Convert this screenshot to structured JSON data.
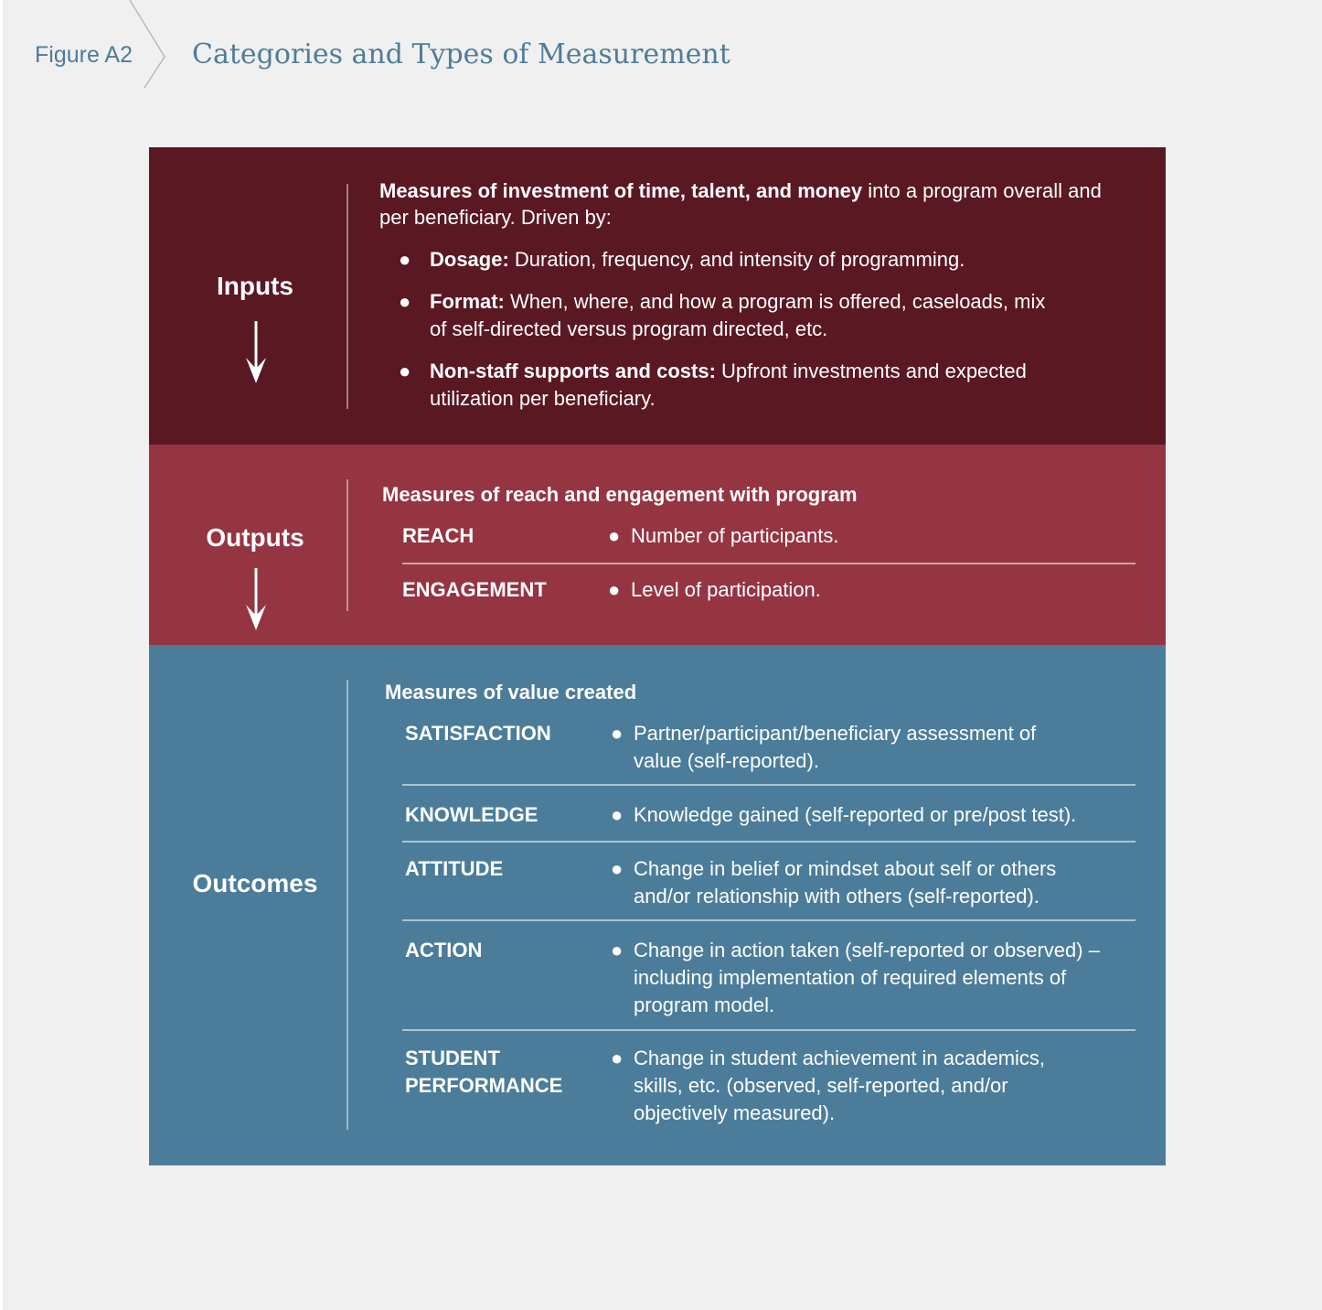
{
  "header": {
    "figure_label": "Figure A2",
    "title": "Categories and Types of Measurement"
  },
  "inputs": {
    "label": "Inputs",
    "heading_bold": "Measures of investment of time, talent, and money",
    "heading_rest": " into a program overall and per beneficiary. Driven by:",
    "bullets": [
      {
        "term": "Dosage:",
        "text": " Duration, frequency, and intensity of programming."
      },
      {
        "term": "Format:",
        "text": " When, where, and how a program is offered, caseloads, mix of self-directed versus program directed, etc."
      },
      {
        "term": "Non-staff supports and costs:",
        "text": " Upfront investments and expected utilization per beneficiary."
      }
    ]
  },
  "outputs": {
    "label": "Outputs",
    "heading": "Measures of reach and engagement with program",
    "rows": [
      {
        "label": "REACH",
        "text": "Number of participants."
      },
      {
        "label": "ENGAGEMENT",
        "text": "Level of participation."
      }
    ]
  },
  "outcomes": {
    "label": "Outcomes",
    "heading": "Measures of value created",
    "rows": [
      {
        "label": "SATISFACTION",
        "text": "Partner/participant/beneficiary assessment of value (self-reported)."
      },
      {
        "label": "KNOWLEDGE",
        "text": "Knowledge gained (self-reported or pre/post test)."
      },
      {
        "label": "ATTITUDE",
        "text": "Change in belief or mindset about self or others and/or relationship with others (self-reported)."
      },
      {
        "label": "ACTION",
        "text": "Change in action taken (self-reported or observed) – including implementation of required elements of program model."
      },
      {
        "label": "STUDENT PERFORMANCE",
        "text": "Change in student achievement in academics, skills, etc. (observed, self-reported, and/or objectively measured)."
      }
    ]
  },
  "colors": {
    "inputs_bg": "#5a1823",
    "outputs_bg": "#953542",
    "outcomes_bg": "#4b7d9a",
    "header_text": "#4f7c99"
  }
}
